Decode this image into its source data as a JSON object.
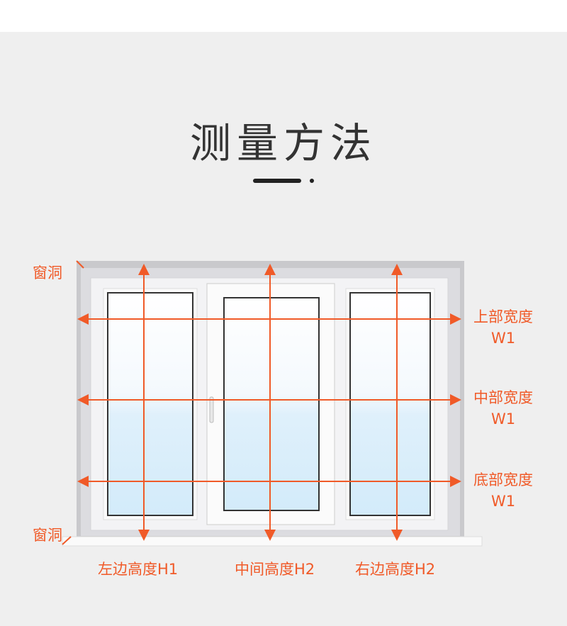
{
  "title": "测量方法",
  "accent_color": "#f05a28",
  "labels": {
    "opening_top": "窗洞",
    "opening_bottom": "窗洞",
    "top_width": "上部宽度",
    "top_width_code": "W1",
    "mid_width": "中部宽度",
    "mid_width_code": "W1",
    "bottom_width": "底部宽度",
    "bottom_width_code": "W1",
    "left_height": "左边高度H1",
    "center_height": "中间高度H2",
    "right_height": "右边高度H2"
  }
}
